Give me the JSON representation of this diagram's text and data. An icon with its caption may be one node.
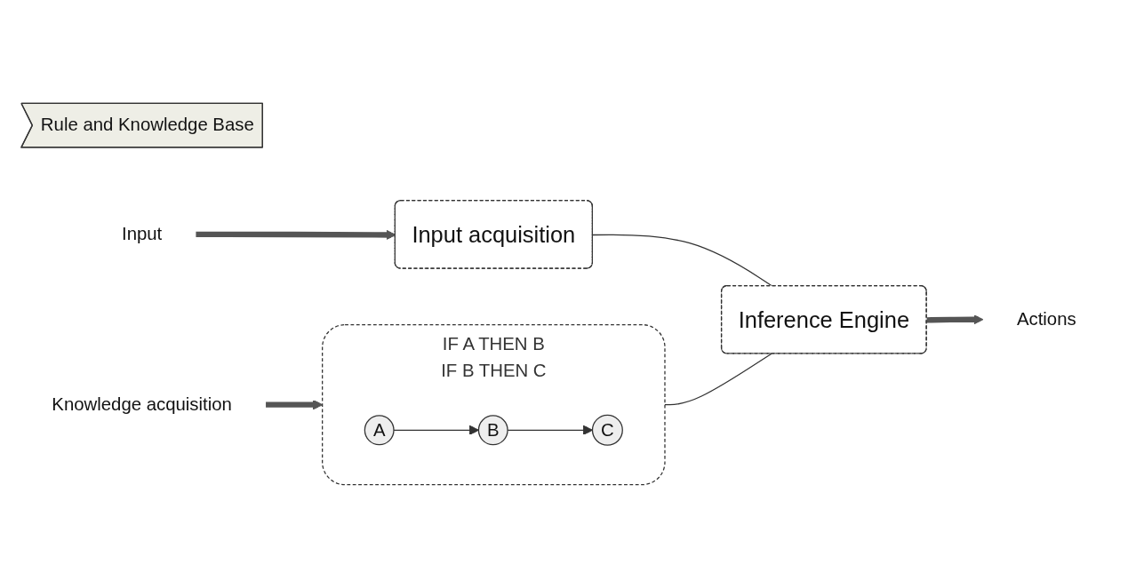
{
  "diagram": {
    "nodes": [
      {
        "text": [
          "IF A THEN B",
          "IF B THEN C"
        ]
      },
      {
        "text": [
          "A"
        ],
        "in": 0
      },
      {
        "text": [
          "B"
        ],
        "in": 0
      },
      {
        "text": [
          "C"
        ],
        "in": 0
      },
      {
        "text": [
          "Rule and Knowledge Base"
        ]
      },
      {
        "text": [
          "Input acquisition"
        ]
      },
      {
        "text": [
          "Inference Engine"
        ]
      },
      {
        "text": [
          "Input"
        ]
      },
      {
        "text": [
          "Knowledge acquisition"
        ]
      },
      {
        "text": [
          "Actions"
        ]
      }
    ],
    "edges": [
      {
        "from": 1,
        "to": 2,
        "arrow": "to"
      },
      {
        "from": 2,
        "to": 3,
        "arrow": "to"
      },
      {
        "from": 7,
        "to": 5,
        "arrow": "to",
        "style": "thick"
      },
      {
        "from": 5,
        "to": 6,
        "arrow": "none"
      },
      {
        "from": 0,
        "to": 6,
        "arrow": "none"
      },
      {
        "from": 6,
        "to": 9,
        "arrow": "to",
        "style": "thick"
      },
      {
        "from": 8,
        "to": 0,
        "arrow": "to",
        "style": "thick"
      }
    ]
  }
}
